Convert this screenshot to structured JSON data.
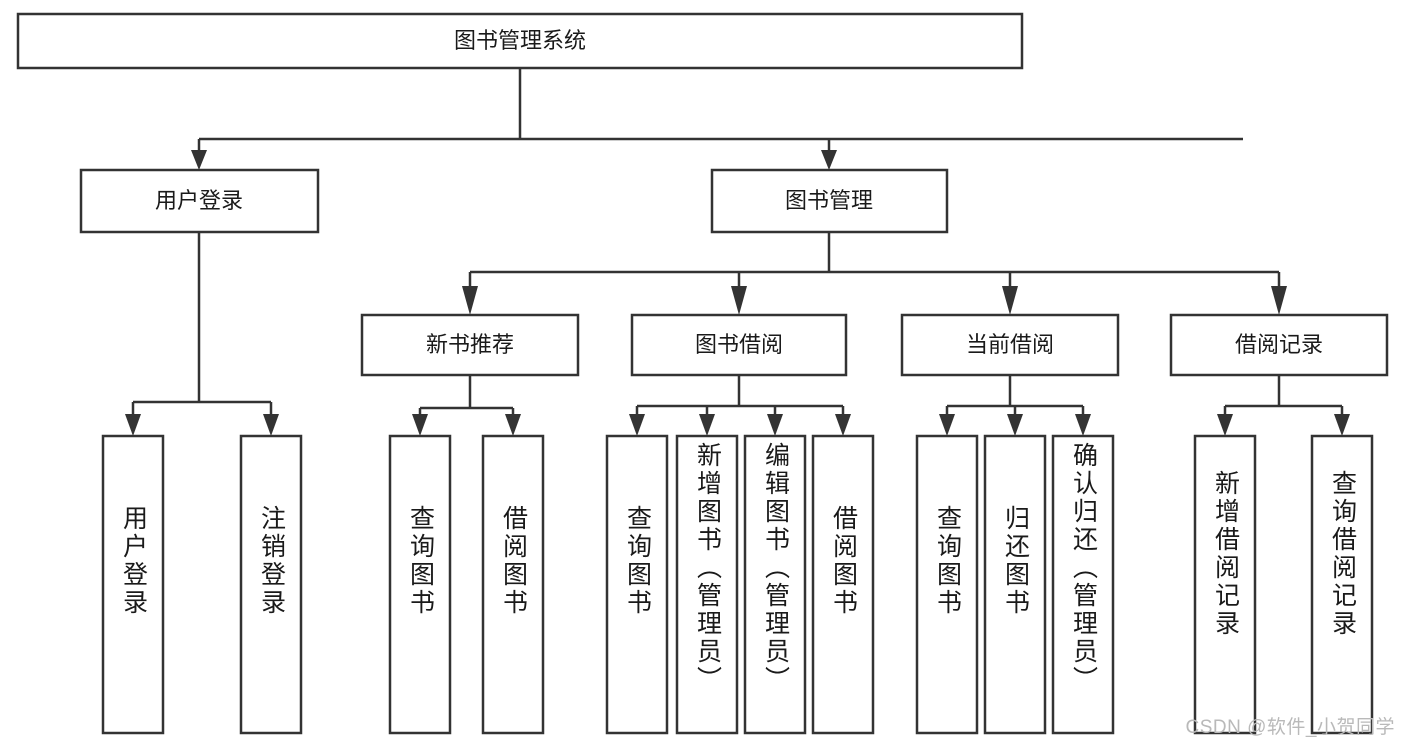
{
  "diagram": {
    "type": "tree-hierarchy",
    "title": "图书管理系统",
    "watermark": "CSDN @软件_小贺同学",
    "colors": {
      "box_stroke": "#333333",
      "box_fill": "#ffffff",
      "text": "#1a1a1a",
      "background": "#ffffff",
      "watermark": "#b9b9b9"
    },
    "root": {
      "label": "图书管理系统",
      "children": [
        {
          "label": "用户登录",
          "children": [
            {
              "label": "用户登录"
            },
            {
              "label": "注销登录"
            }
          ]
        },
        {
          "label": "图书管理",
          "children": [
            {
              "label": "新书推荐",
              "children": [
                {
                  "label": "查询图书"
                },
                {
                  "label": "借阅图书"
                }
              ]
            },
            {
              "label": "图书借阅",
              "children": [
                {
                  "label": "查询图书"
                },
                {
                  "label": "新增图书（管理员）"
                },
                {
                  "label": "编辑图书（管理员）"
                },
                {
                  "label": "借阅图书"
                }
              ]
            },
            {
              "label": "当前借阅",
              "children": [
                {
                  "label": "查询图书"
                },
                {
                  "label": "归还图书"
                },
                {
                  "label": "确认归还（管理员）"
                }
              ]
            },
            {
              "label": "借阅记录",
              "children": [
                {
                  "label": "新增借阅记录"
                },
                {
                  "label": "查询借阅记录"
                }
              ]
            }
          ]
        }
      ]
    },
    "nodes": {
      "root": "图书管理系统",
      "l2_user_login": "用户登录",
      "l2_book_manage": "图书管理",
      "l3_new_book_rec": "新书推荐",
      "l3_book_borrow": "图书借阅",
      "l3_current_borrow": "当前借阅",
      "l3_borrow_record": "借阅记录",
      "leaf_user_login": "用户登录",
      "leaf_logout": "注销登录",
      "leaf_rec_query": "查询图书",
      "leaf_rec_borrow": "借阅图书",
      "leaf_borrow_query": "查询图书",
      "leaf_borrow_add": "新增图书（管理员）",
      "leaf_borrow_edit": "编辑图书（管理员）",
      "leaf_borrow_borrow": "借阅图书",
      "leaf_cur_query": "查询图书",
      "leaf_cur_return": "归还图书",
      "leaf_cur_confirm": "确认归还（管理员）",
      "leaf_rec_add": "新增借阅记录",
      "leaf_rec_query2": "查询借阅记录"
    }
  }
}
